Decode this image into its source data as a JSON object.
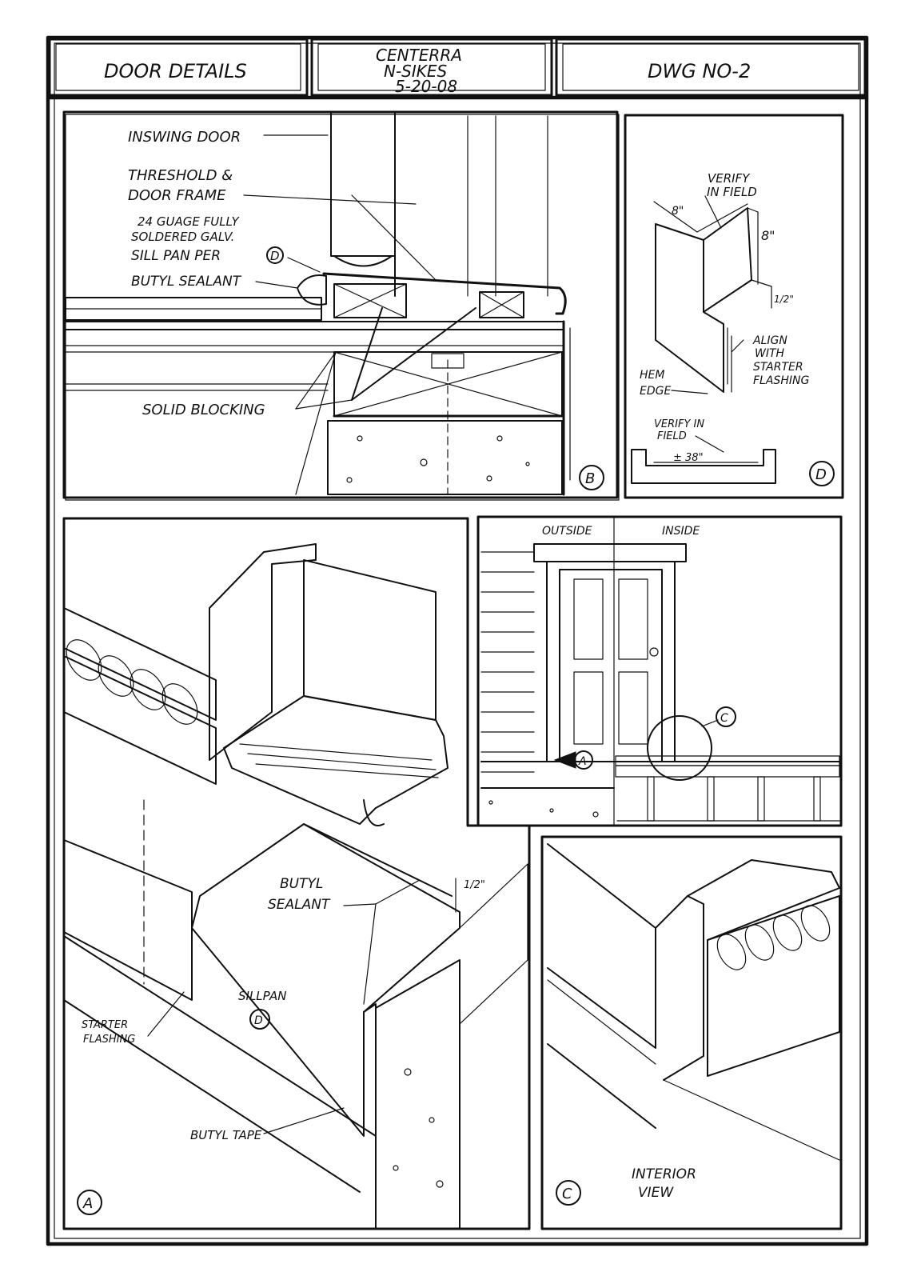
{
  "title_block": {
    "sheet_title": "DOOR DETAILS",
    "project_line1": "CENTERRA",
    "project_line2": "N-SIKES",
    "project_line3": "5-20-08",
    "drawing_number": "DWG NO-2"
  },
  "panel_b": {
    "inswing_door": "INSWING DOOR",
    "threshold_line1": "THRESHOLD &",
    "threshold_line2": "DOOR FRAME",
    "pan_line1": "24 GUAGE FULLY",
    "pan_line2": "SOLDERED GALV.",
    "pan_line3": "SILL PAN PER",
    "pan_ref": "D",
    "butyl_sealant": "BUTYL SEALANT",
    "solid_blocking": "SOLID BLOCKING",
    "tag": "B"
  },
  "panel_d": {
    "verify_line1": "VERIFY",
    "verify_line2": "IN FIELD",
    "dim_width": "8\"",
    "dim_height": "8\"",
    "dim_half": "1/2\"",
    "align_line1": "ALIGN",
    "align_line2": "WITH",
    "align_line3": "STARTER",
    "align_line4": "FLASHING",
    "hem_line1": "HEM",
    "hem_line2": "EDGE",
    "verify2_line1": "VERIFY IN",
    "verify2_line2": "FIELD",
    "dim_length": "± 38\"",
    "tag": "D"
  },
  "panel_elev": {
    "outside": "OUTSIDE",
    "inside": "INSIDE",
    "callout_a": "A",
    "callout_c": "C"
  },
  "panel_a": {
    "butyl_sealant_line1": "BUTYL",
    "butyl_sealant_line2": "SEALANT",
    "dim_half": "1/2\"",
    "sillpan": "SILLPAN",
    "sillpan_ref": "D",
    "starter_line1": "STARTER",
    "starter_line2": "FLASHING",
    "butyl_tape": "BUTYL TAPE",
    "tag": "A"
  },
  "panel_c": {
    "interior_line1": "INTERIOR",
    "interior_line2": "VIEW",
    "tag": "C"
  }
}
